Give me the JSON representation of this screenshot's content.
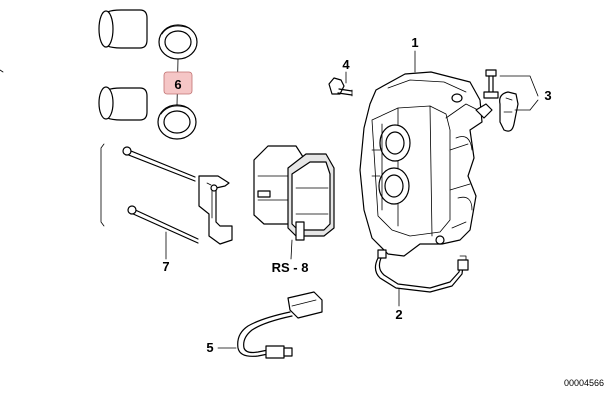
{
  "labels": {
    "caliper": "1",
    "brake_line": "2",
    "bleed_valve": "3",
    "bolt": "4",
    "wear_sensor": "5",
    "piston_seal": "6",
    "anti_rattle_kit": "7",
    "pad_set": "RS - 8"
  },
  "image_id": "00004566",
  "colors": {
    "line": "#000000",
    "highlight_fill": "#f5c6c6",
    "highlight_border": "#c07070"
  }
}
